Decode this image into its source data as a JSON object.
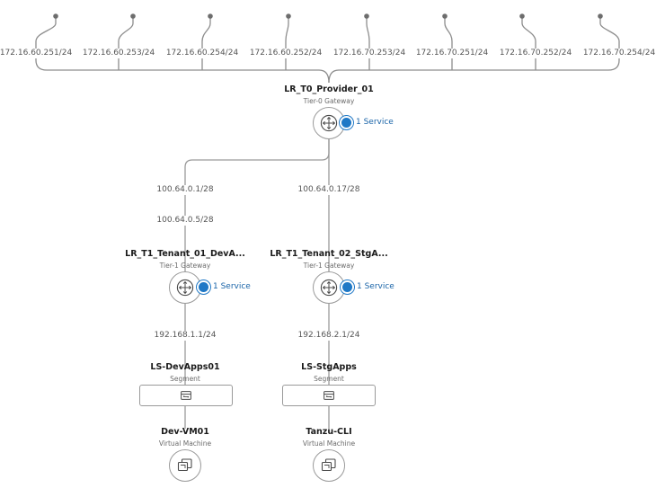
{
  "colors": {
    "line": "#9a9a9a",
    "uplink_line": "#8d8d8d",
    "service_dot": "#1f78c6",
    "service_text": "#1a64a8"
  },
  "uplinks": [
    "172.16.60.251/24",
    "172.16.60.253/24",
    "172.16.60.254/24",
    "172.16.60.252/24",
    "172.16.70.253/24",
    "172.16.70.251/24",
    "172.16.70.252/24",
    "172.16.70.254/24"
  ],
  "tier0": {
    "name": "LR_T0_Provider_01",
    "type": "Tier-0 Gateway",
    "services": "1 Service",
    "icon": "gateway-router-icon"
  },
  "branches": [
    {
      "t0_link_ip": "100.64.0.1/28",
      "t1_link_ip": "100.64.0.5/28",
      "tier1": {
        "name": "LR_T1_Tenant_01_DevA...",
        "type": "Tier-1 Gateway",
        "services": "1 Service",
        "icon": "gateway-router-icon"
      },
      "segment_ip": "192.168.1.1/24",
      "segment": {
        "name": "LS-DevApps01",
        "type": "Segment",
        "icon": "segment-switch-icon"
      },
      "vm": {
        "name": "Dev-VM01",
        "type": "Virtual Machine",
        "icon": "virtual-machine-icon"
      }
    },
    {
      "t0_link_ip": "100.64.0.17/28",
      "tier1": {
        "name": "LR_T1_Tenant_02_StgA...",
        "type": "Tier-1 Gateway",
        "services": "1 Service",
        "icon": "gateway-router-icon"
      },
      "segment_ip": "192.168.2.1/24",
      "segment": {
        "name": "LS-StgApps",
        "type": "Segment",
        "icon": "segment-switch-icon"
      },
      "vm": {
        "name": "Tanzu-CLI",
        "type": "Virtual Machine",
        "icon": "virtual-machine-icon"
      }
    }
  ]
}
